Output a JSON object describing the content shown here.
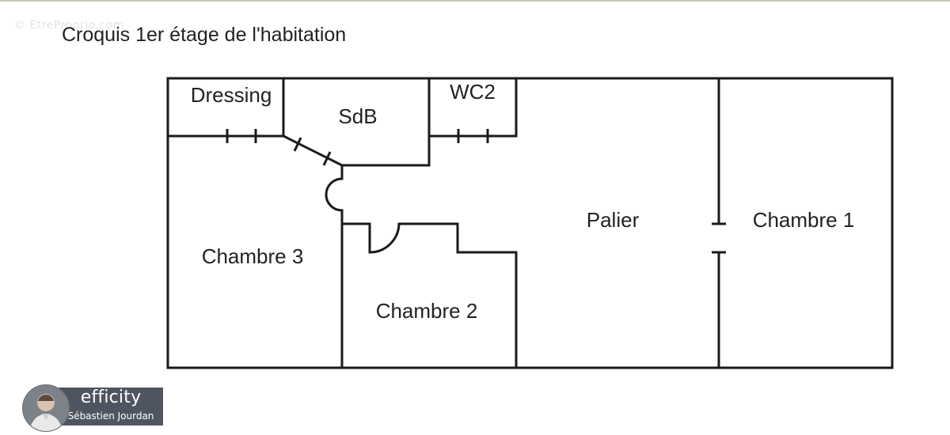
{
  "watermark": "© EtreProprio.com",
  "title": "Croquis 1er étage de l'habitation",
  "rooms": {
    "dressing": "Dressing",
    "sdb": "SdB",
    "wc2": "WC2",
    "palier": "Palier",
    "chambre1": "Chambre 1",
    "chambre2": "Chambre 2",
    "chambre3": "Chambre 3"
  },
  "agent": {
    "brand": "efficity",
    "name": "Sébastien Jourdan"
  },
  "colors": {
    "wall": "#1a1a1a",
    "badge_bg": "#4f5560",
    "badge_text": "#ffffff"
  }
}
